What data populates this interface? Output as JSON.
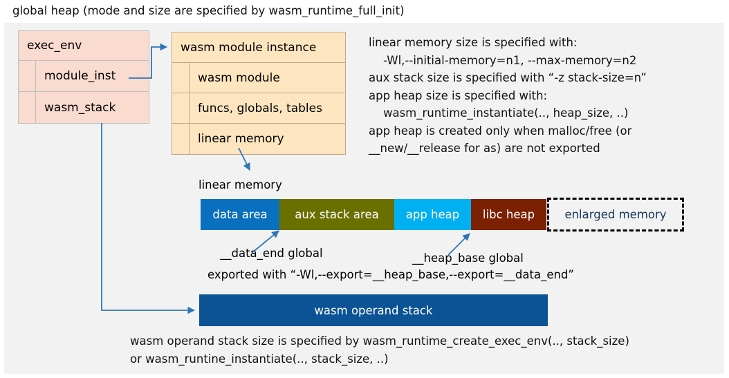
{
  "title": "global heap (mode and size are specified by wasm_runtime_full_init)",
  "colors": {
    "panel_bg": "#f2f2f2",
    "exec_env_fill": "#fadbcf",
    "module_instance_fill": "#fce5bf",
    "data_area": "#0870be",
    "aux_stack_area": "#6a7000",
    "app_heap": "#00b0f0",
    "libc_heap": "#7b2000",
    "enlarged_memory_text": "#16365c",
    "operand_stack": "#0b5394",
    "connector": "#2e75b6"
  },
  "exec_env": {
    "header": "exec_env",
    "fields": [
      {
        "label": "module_inst"
      },
      {
        "label": "wasm_stack"
      }
    ]
  },
  "module_instance": {
    "header": "wasm module instance",
    "fields": [
      {
        "label": "wasm module"
      },
      {
        "label": "funcs, globals, tables"
      },
      {
        "label": "linear memory"
      }
    ]
  },
  "description_right": "linear memory size is specified with:\n    -Wl,--initial-memory=n1, --max-memory=n2\naux stack size is specified with “-z stack-size=n”\napp heap size is specified with:\n    wasm_runtime_instantiate(.., heap_size, ..)\napp heap is created only when malloc/free (or\n__new/__release for as) are not exported",
  "linear_memory": {
    "label": "linear memory",
    "segments": [
      {
        "label": "data area",
        "color": "#0870be",
        "width": 114,
        "text_color": "#ffffff",
        "style": "solid"
      },
      {
        "label": "aux stack area",
        "color": "#6a7000",
        "width": 166,
        "text_color": "#ffffff",
        "style": "solid"
      },
      {
        "label": "app heap",
        "color": "#00b0f0",
        "width": 111,
        "text_color": "#ffffff",
        "style": "solid"
      },
      {
        "label": "libc heap",
        "color": "#7b2000",
        "width": 109,
        "text_color": "#ffffff",
        "style": "solid"
      },
      {
        "label": "enlarged memory",
        "color": "#f2f2f2",
        "width": 198,
        "text_color": "#16365c",
        "style": "dashed"
      }
    ]
  },
  "annotations": {
    "data_end": "__data_end global",
    "heap_base": "__heap_base global",
    "exported": "exported with “-Wl,--export=__heap_base,--export=__data_end”"
  },
  "operand_stack": {
    "label": "wasm operand stack"
  },
  "description_bottom": "wasm operand stack size is specified by wasm_runtime_create_exec_env(.., stack_size)\nor wasm_runtine_instantiate(.., stack_size, ..)"
}
